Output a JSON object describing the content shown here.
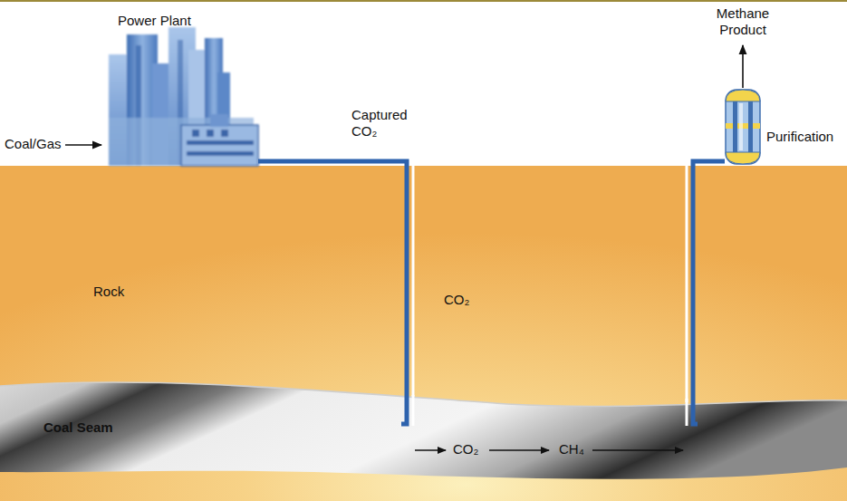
{
  "diagram": {
    "nodes": [
      {
        "text": [
          "Power Plant"
        ]
      },
      {
        "text": [
          "Coal Seam"
        ]
      },
      {
        "text": [
          "Purification"
        ]
      }
    ],
    "edges": [
      {
        "from": 0,
        "to": 1,
        "arrow": "none"
      },
      {
        "from": 1,
        "to": 2,
        "arrow": "none"
      }
    ],
    "labels": [
      "Coal/Gas",
      "Captured CO₂",
      "Rock",
      "CO₂",
      "CO₂",
      "CH₄",
      "Methane Product"
    ]
  }
}
